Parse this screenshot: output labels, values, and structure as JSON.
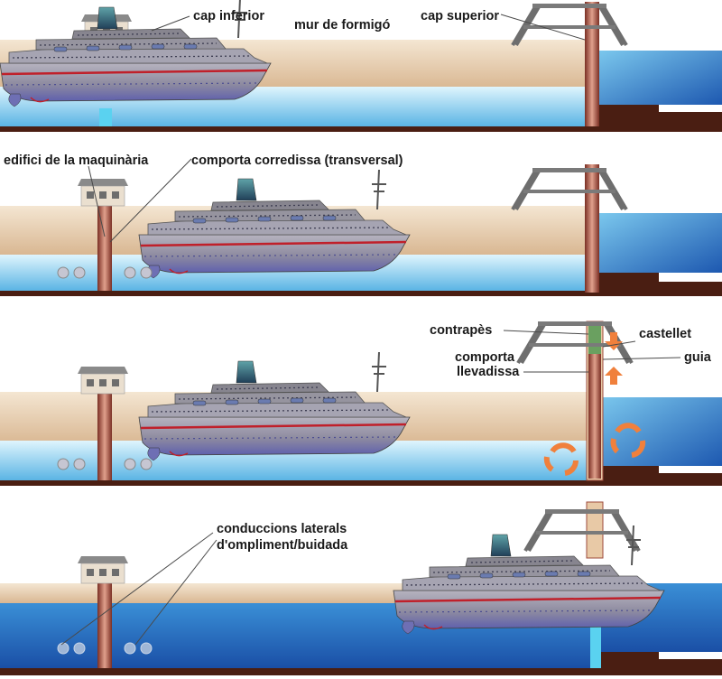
{
  "labels": {
    "cap_inferior": "cap inferior",
    "mur_formigo": "mur de formigó",
    "cap_superior": "cap superior",
    "edifici": "edifici de la maquinària",
    "comporta_corredissa": "comporta corredissa (transversal)",
    "contrapes": "contrapès",
    "comporta_llevadissa_1": "comporta",
    "comporta_llevadissa_2": "llevadissa",
    "castellet": "castellet",
    "guia": "guia",
    "conduccions_1": "conduccions laterals",
    "conduccions_2": "d'ompliment/buidada"
  },
  "colors": {
    "concrete": "#ecd8bd",
    "concrete_dark": "#c9a27c",
    "water_light": "#cfeefb",
    "water_mid": "#5bb8e6",
    "water_deep": "#1c5fb3",
    "floor": "#4a1e12",
    "gate": "#9e4b3c",
    "hull_upper": "#9e9aa8",
    "hull_lower": "#6e6fb4",
    "stripe": "#c0202a",
    "arrow": "#f0803c",
    "tower": "#7a7a7a"
  }
}
